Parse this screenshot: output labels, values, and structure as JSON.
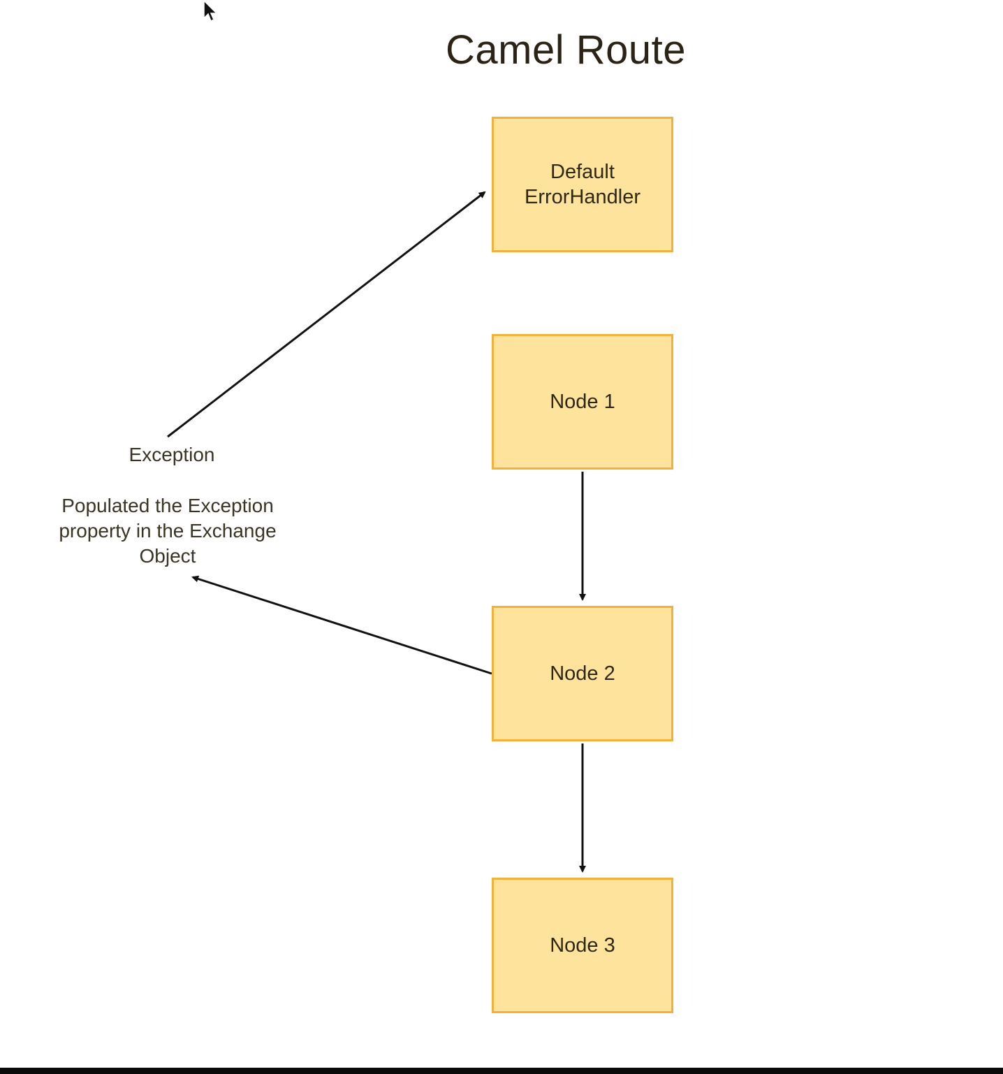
{
  "title": "Camel Route",
  "nodes": {
    "error_handler": "Default\nErrorHandler",
    "node1": "Node 1",
    "node2": "Node 2",
    "node3": "Node 3"
  },
  "labels": {
    "exception": "Exception",
    "populated": "Populated the Exception\nproperty in the Exchange\nObject"
  },
  "icons": {
    "cursor": "mouse-pointer-icon"
  },
  "colors": {
    "node_fill": "#fde39c",
    "node_border": "#f4b13a",
    "arrow": "#111111"
  }
}
